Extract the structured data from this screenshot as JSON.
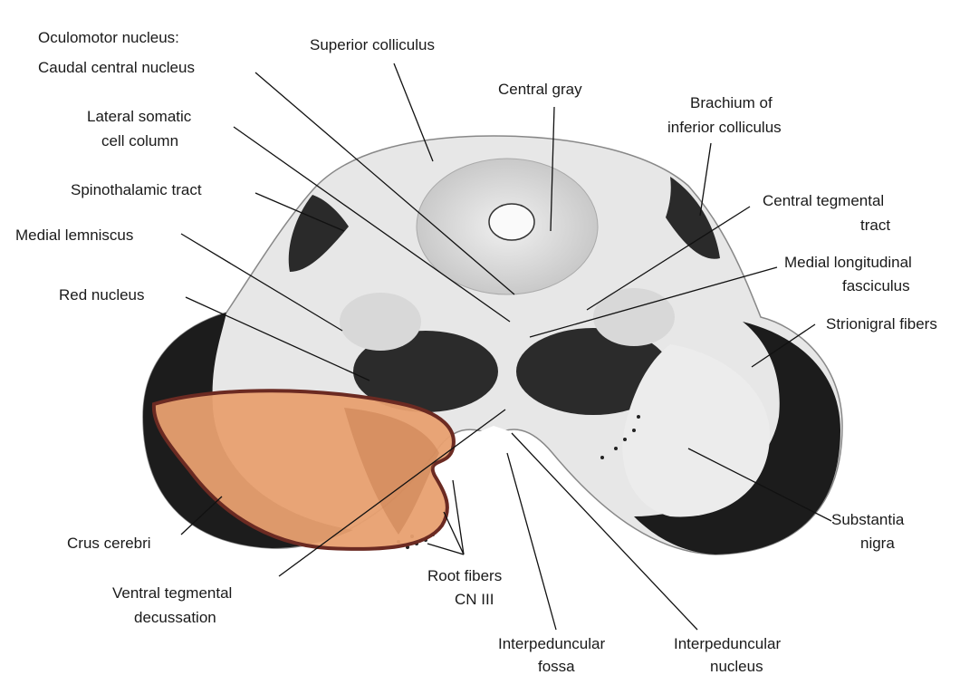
{
  "labels": {
    "oculomotor_nucleus": "Oculomotor nucleus:",
    "caudal_central_nucleus": "Caudal central nucleus",
    "superior_colliculus": "Superior colliculus",
    "central_gray": "Central gray",
    "brachium_inferior_colliculus_1": "Brachium of",
    "brachium_inferior_colliculus_2": "inferior colliculus",
    "lateral_somatic_1": "Lateral somatic",
    "lateral_somatic_2": "cell column",
    "spinothalamic_tract": "Spinothalamic tract",
    "central_tegmental_1": "Central tegmental",
    "central_tegmental_2": "tract",
    "medial_lemniscus": "Medial lemniscus",
    "mlf_1": "Medial longitudinal",
    "mlf_2": "fasciculus",
    "red_nucleus": "Red nucleus",
    "strionigral_fibers": "Strionigral fibers",
    "substantia_nigra_1": "Substantia",
    "substantia_nigra_2": "nigra",
    "crus_cerebri": "Crus cerebri",
    "ventral_tegmental_1": "Ventral tegmental",
    "ventral_tegmental_2": "decussation",
    "root_fibers_1": "Root fibers",
    "root_fibers_2": "CN III",
    "interpeduncular_fossa_1": "Interpeduncular",
    "interpeduncular_fossa_2": "fossa",
    "interpeduncular_nucleus_1": "Interpeduncular",
    "interpeduncular_nucleus_2": "nucleus"
  },
  "colors": {
    "highlight_fill": "#e8a070",
    "highlight_stroke": "#6b2a22",
    "tissue_dark": "#1c1c1c",
    "tissue_light": "#dcdcdc"
  }
}
